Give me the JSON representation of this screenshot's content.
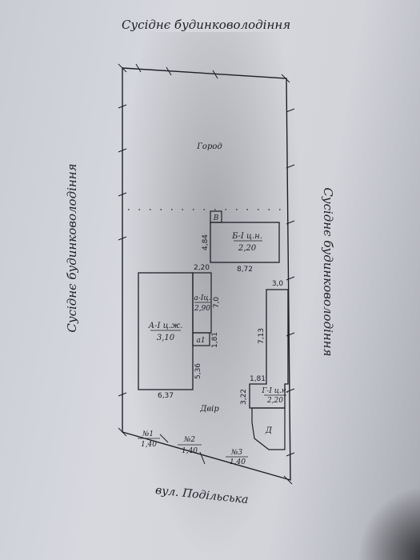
{
  "neighbor_top": "Сусіднє будинковолодіння",
  "neighbor_left": "Сусіднє будинковолодіння",
  "neighbor_right": "Сусіднє будинковолодіння",
  "street": "вул. Подільська",
  "areas": {
    "garden": "Город",
    "yard": "Двір"
  },
  "buildings": {
    "A": {
      "name": "А-І ц.ж.",
      "height": "3,10"
    },
    "a": {
      "name": "а-Іц.",
      "height": "2,90"
    },
    "a1": {
      "name": "а1"
    },
    "B": {
      "name": "Б-І ц.н.",
      "height": "2,20"
    },
    "V": {
      "name": "В"
    },
    "G": {
      "name": "Г-І ц.н.",
      "height": "2,20"
    },
    "D": {
      "name": "Д"
    }
  },
  "dimensions": {
    "b_height": "4,84",
    "b_width": "8,72",
    "gap": "2,20",
    "a_height": "7,0",
    "a1_offset": "1,81",
    "a_left": "5,36",
    "a_width": "6,37",
    "g_top": "3,0",
    "g_side": "7,13",
    "g_step": "1,81",
    "g_small": "3,22"
  },
  "gates": [
    {
      "no": "№1",
      "width": "1,40"
    },
    {
      "no": "№2",
      "width": "1,40"
    },
    {
      "no": "№3",
      "width": "1,40"
    }
  ]
}
